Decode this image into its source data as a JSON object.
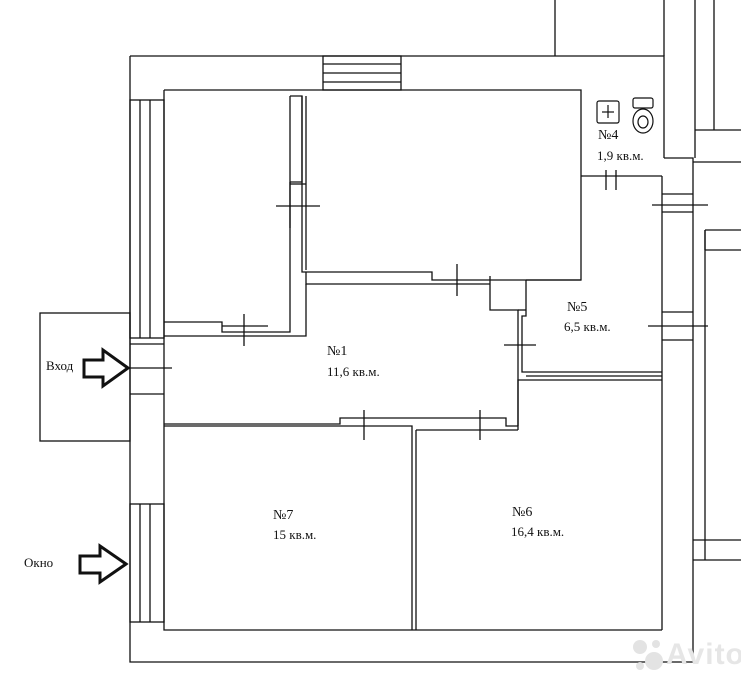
{
  "rooms": [
    {
      "id": "1",
      "number": "№1",
      "area": "11,6 кв.м."
    },
    {
      "id": "4",
      "number": "№4",
      "area": "1,9 кв.м."
    },
    {
      "id": "5",
      "number": "№5",
      "area": "6,5 кв.м."
    },
    {
      "id": "6",
      "number": "№6",
      "area": "16,4 кв.м."
    },
    {
      "id": "7",
      "number": "№7",
      "area": "15 кв.м."
    }
  ],
  "labels": {
    "entrance": "Вход",
    "window": "Окно"
  },
  "watermark": "Avito",
  "colors": {
    "line": "#111111",
    "background": "#ffffff",
    "watermark": "#e6e6e6"
  },
  "icons": [
    "arrow-right-icon",
    "sink-icon",
    "toilet-icon",
    "avito-logo-icon"
  ]
}
